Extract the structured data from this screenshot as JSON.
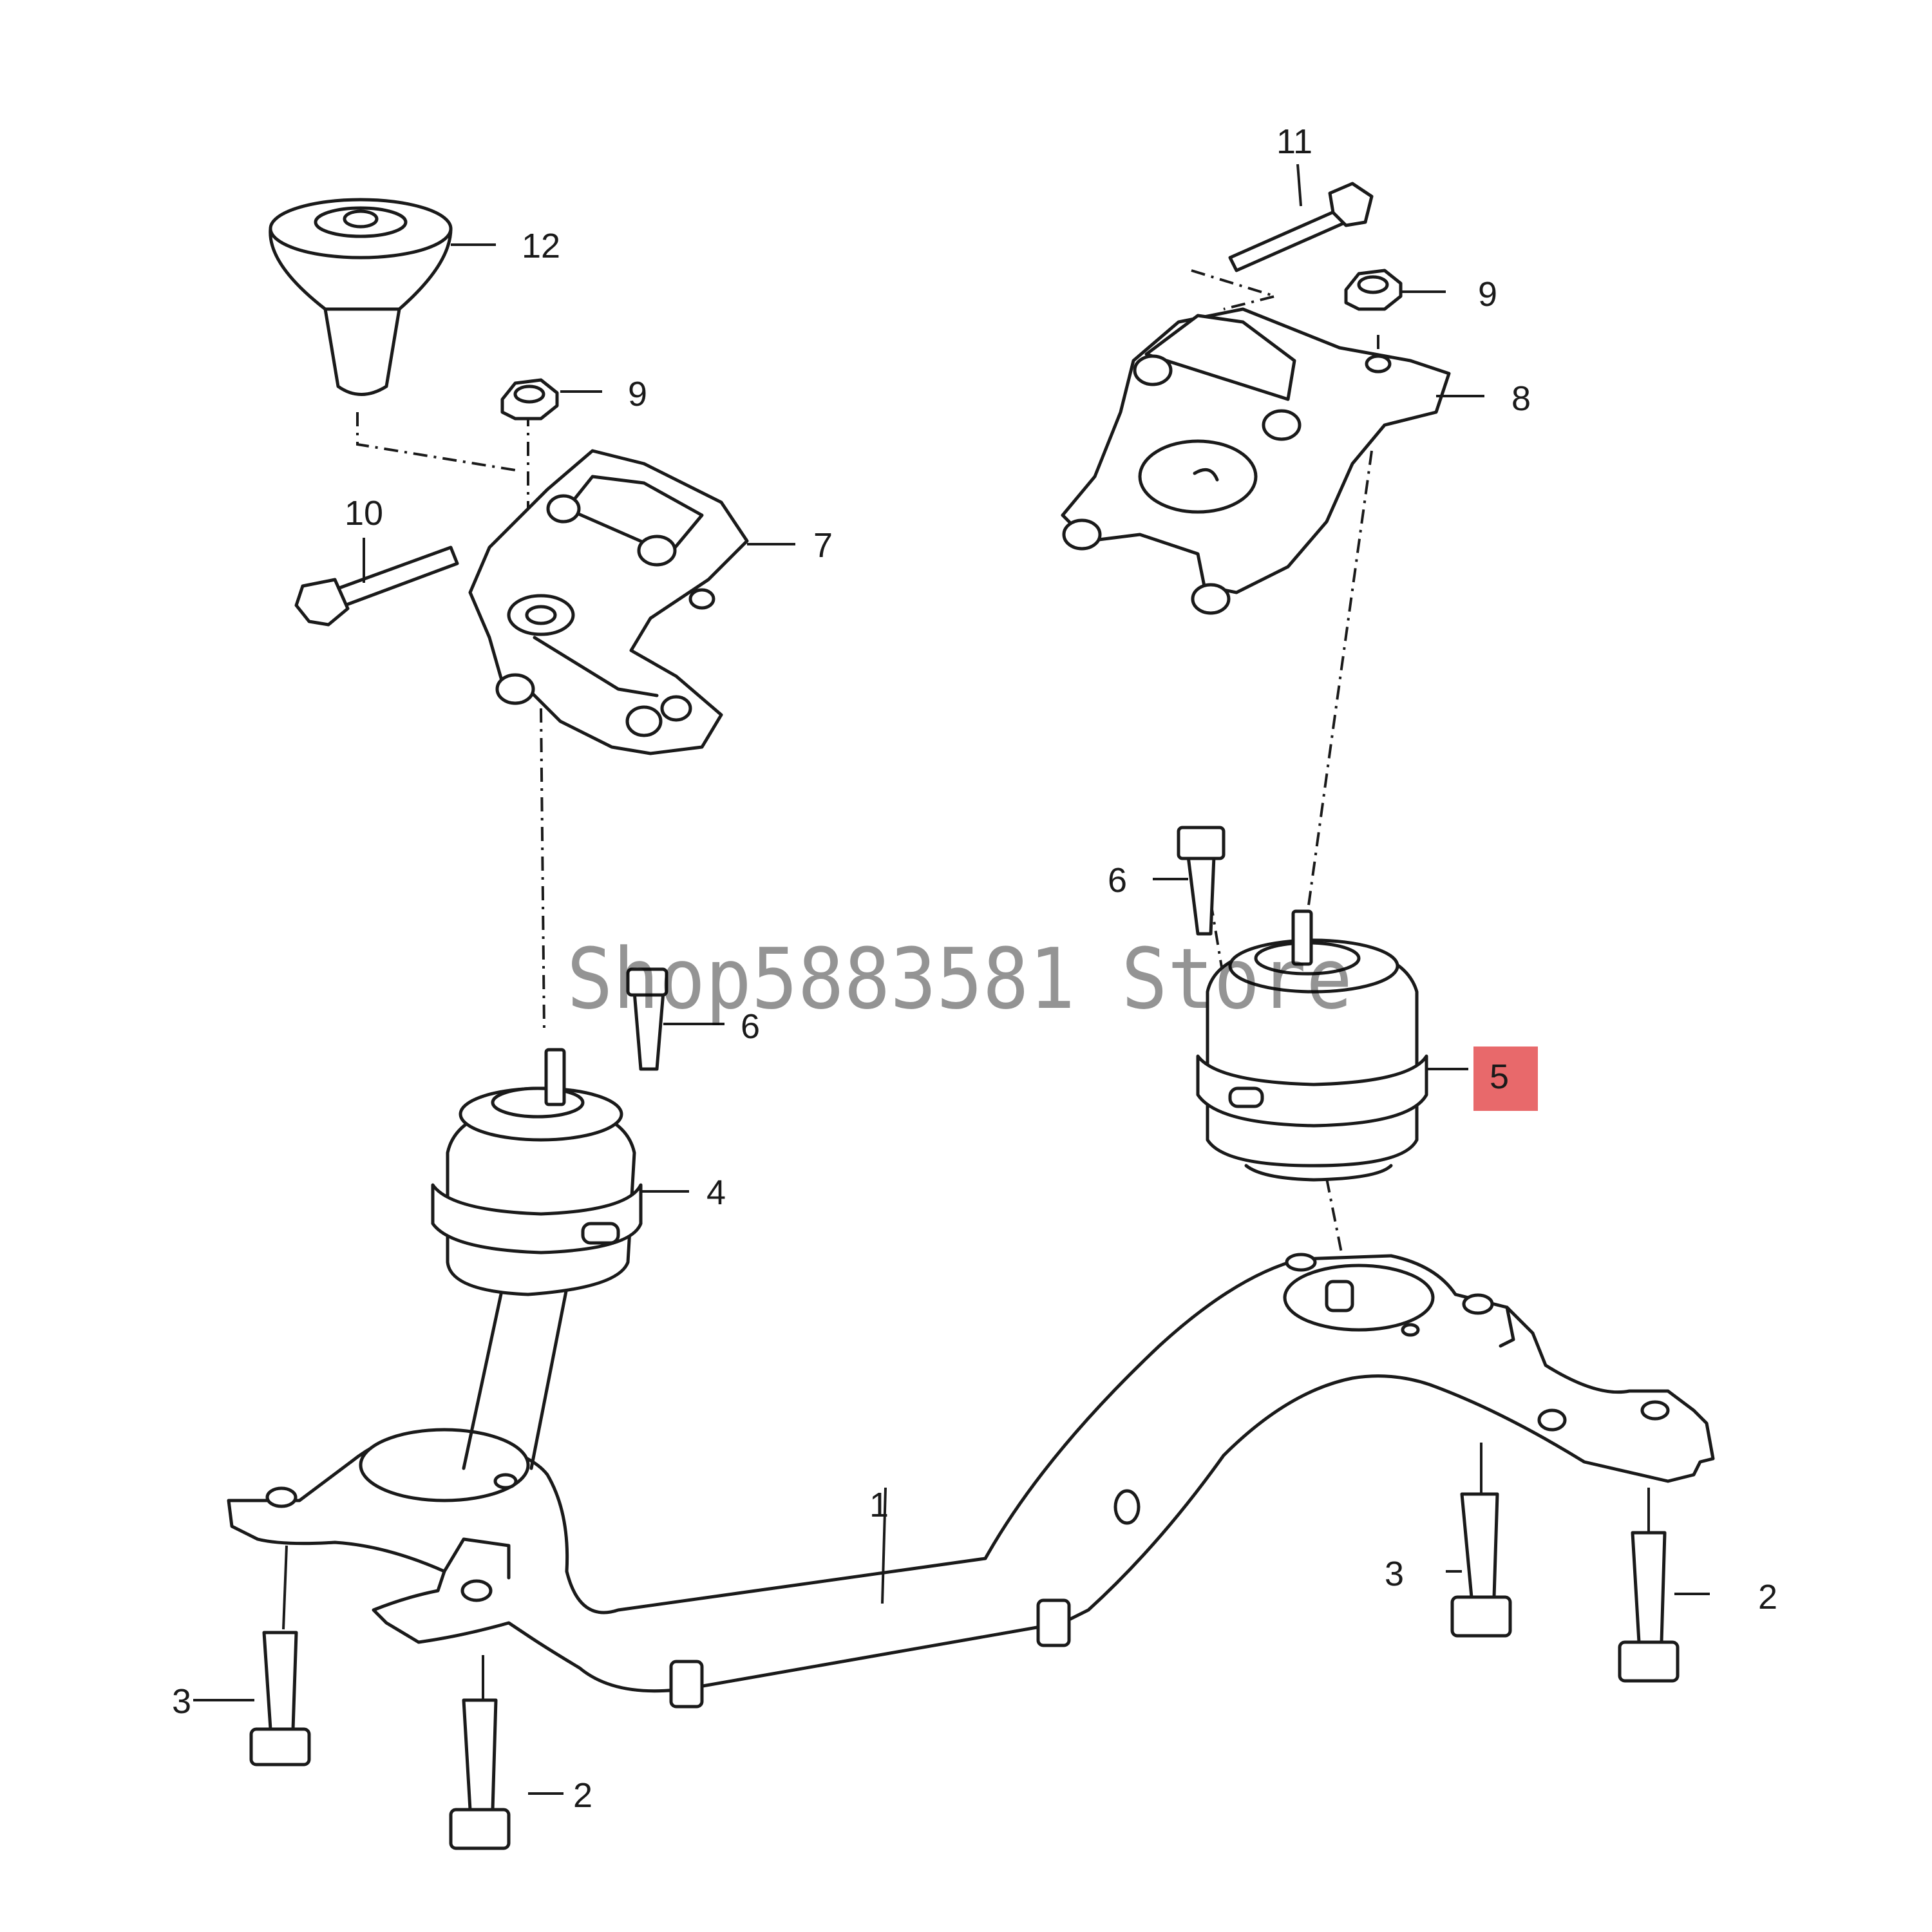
{
  "watermark": "Shop5883581 Store",
  "highlight_color": "#e8696b",
  "callouts": {
    "c1": "1",
    "c2a": "2",
    "c2b": "2",
    "c3a": "3",
    "c3b": "3",
    "c4": "4",
    "c5": "5",
    "c6a": "6",
    "c6b": "6",
    "c7": "7",
    "c8": "8",
    "c9a": "9",
    "c9b": "9",
    "c10": "10",
    "c11": "11",
    "c12": "12"
  }
}
